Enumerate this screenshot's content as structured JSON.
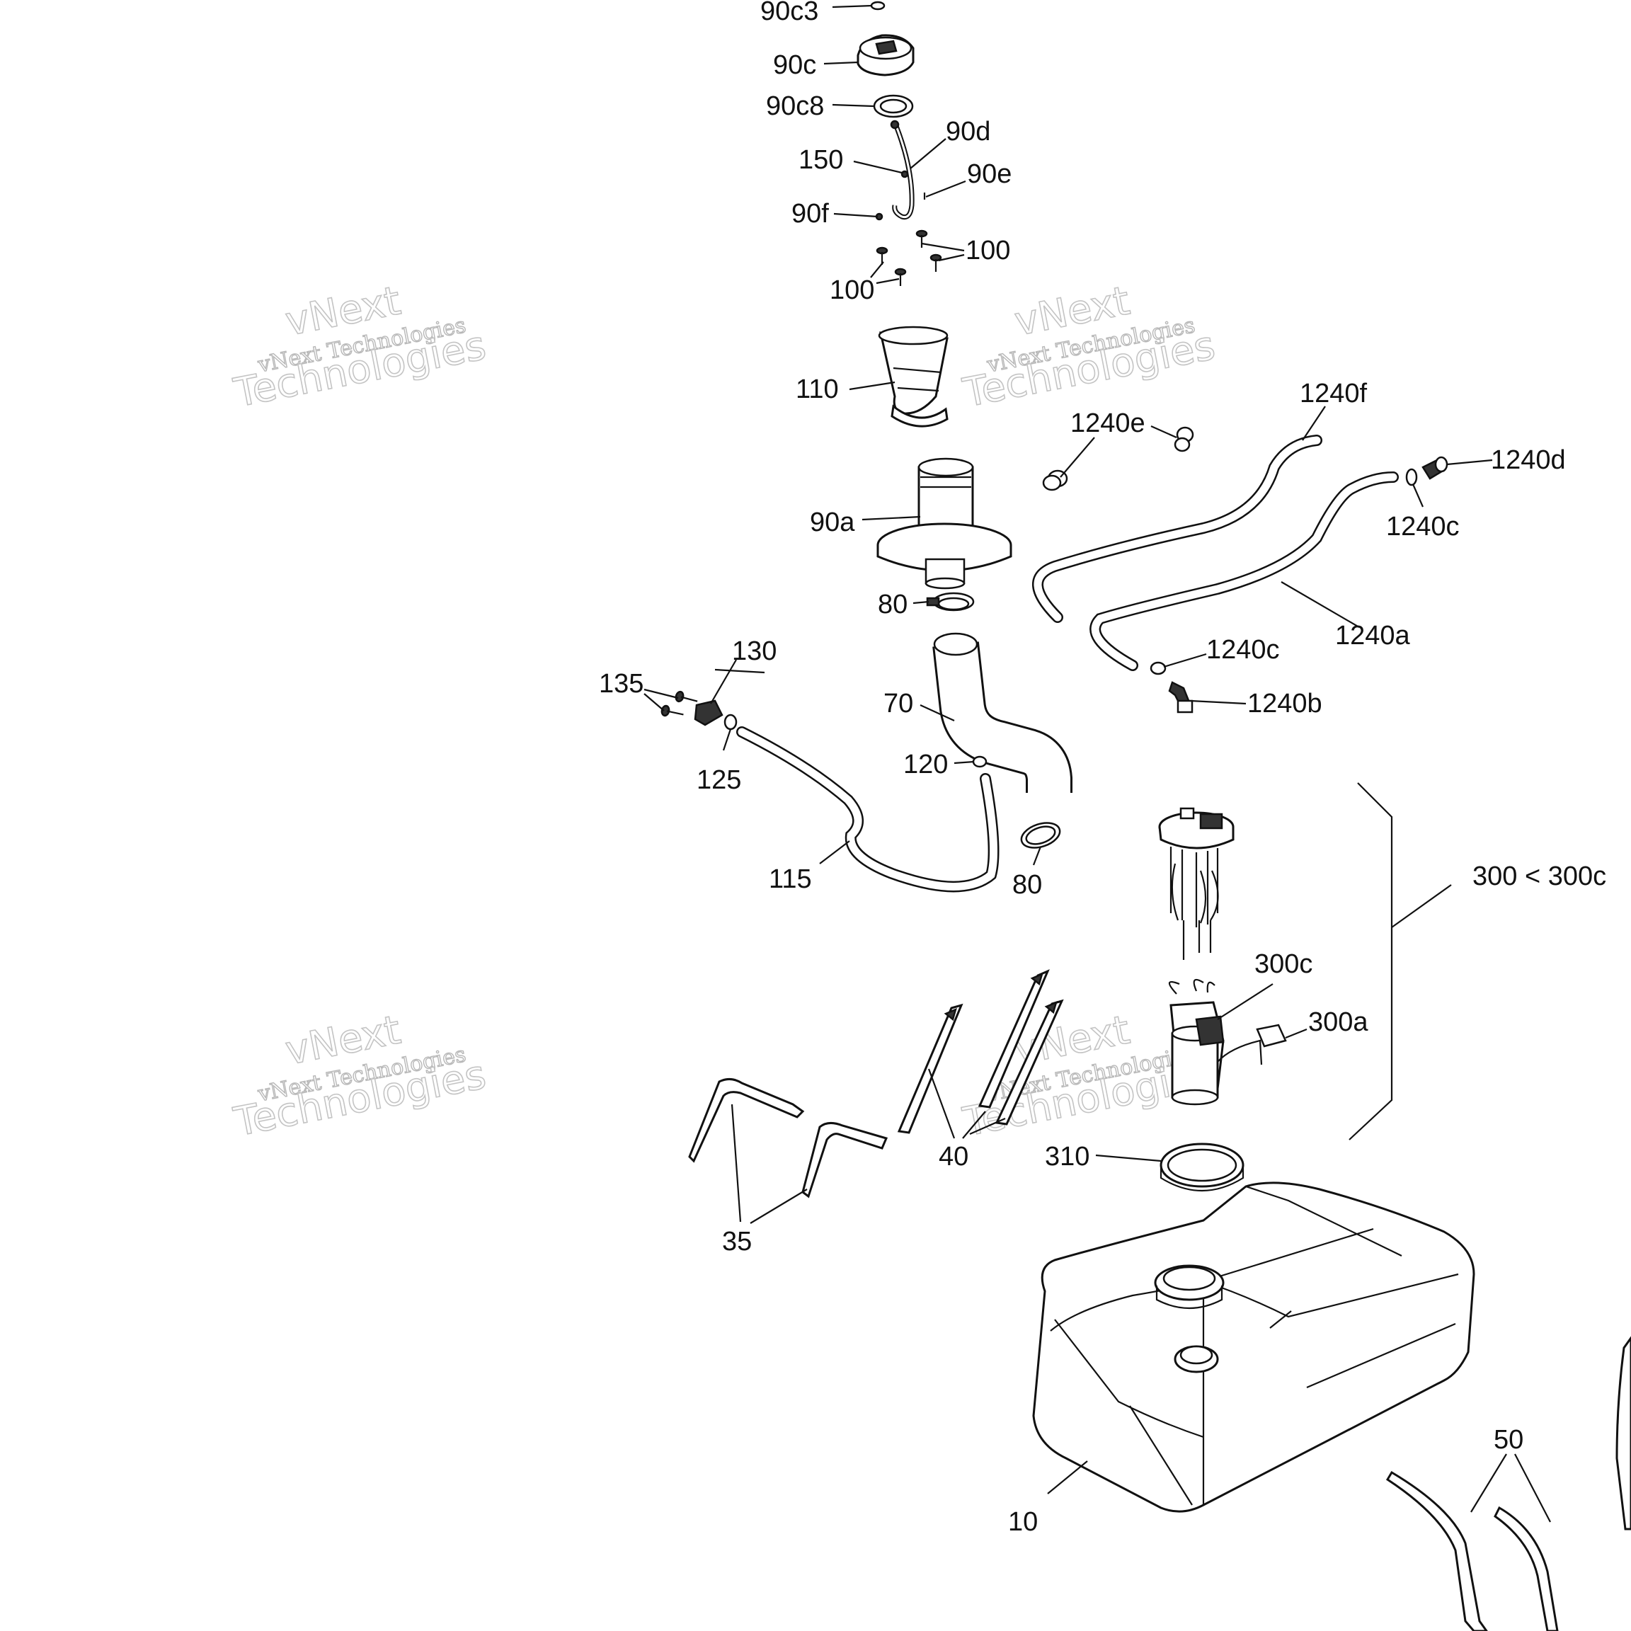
{
  "callouts": [
    {
      "id": "90c3",
      "text": "90c3"
    },
    {
      "id": "90c",
      "text": "90c"
    },
    {
      "id": "90c8",
      "text": "90c8"
    },
    {
      "id": "90d",
      "text": "90d"
    },
    {
      "id": "150",
      "text": "150"
    },
    {
      "id": "90e",
      "text": "90e"
    },
    {
      "id": "90f",
      "text": "90f"
    },
    {
      "id": "100a",
      "text": "100"
    },
    {
      "id": "100b",
      "text": "100"
    },
    {
      "id": "110",
      "text": "110"
    },
    {
      "id": "1240f",
      "text": "1240f"
    },
    {
      "id": "1240e",
      "text": "1240e"
    },
    {
      "id": "1240d",
      "text": "1240d"
    },
    {
      "id": "1240c_top",
      "text": "1240c"
    },
    {
      "id": "90a",
      "text": "90a"
    },
    {
      "id": "80_top",
      "text": "80"
    },
    {
      "id": "1240a",
      "text": "1240a"
    },
    {
      "id": "1240c_bottom",
      "text": "1240c"
    },
    {
      "id": "130",
      "text": "130"
    },
    {
      "id": "135",
      "text": "135"
    },
    {
      "id": "70",
      "text": "70"
    },
    {
      "id": "1240b",
      "text": "1240b"
    },
    {
      "id": "125",
      "text": "125"
    },
    {
      "id": "120",
      "text": "120"
    },
    {
      "id": "300_range",
      "text": "300 < 300c"
    },
    {
      "id": "115",
      "text": "115"
    },
    {
      "id": "80_bottom",
      "text": "80"
    },
    {
      "id": "300c",
      "text": "300c"
    },
    {
      "id": "300a",
      "text": "300a"
    },
    {
      "id": "40",
      "text": "40"
    },
    {
      "id": "310",
      "text": "310"
    },
    {
      "id": "35",
      "text": "35"
    },
    {
      "id": "50",
      "text": "50"
    },
    {
      "id": "10",
      "text": "10"
    }
  ],
  "watermark": {
    "company": "vNext Technologies",
    "brand_top": "vNext",
    "brand_bottom": "Technologies"
  }
}
